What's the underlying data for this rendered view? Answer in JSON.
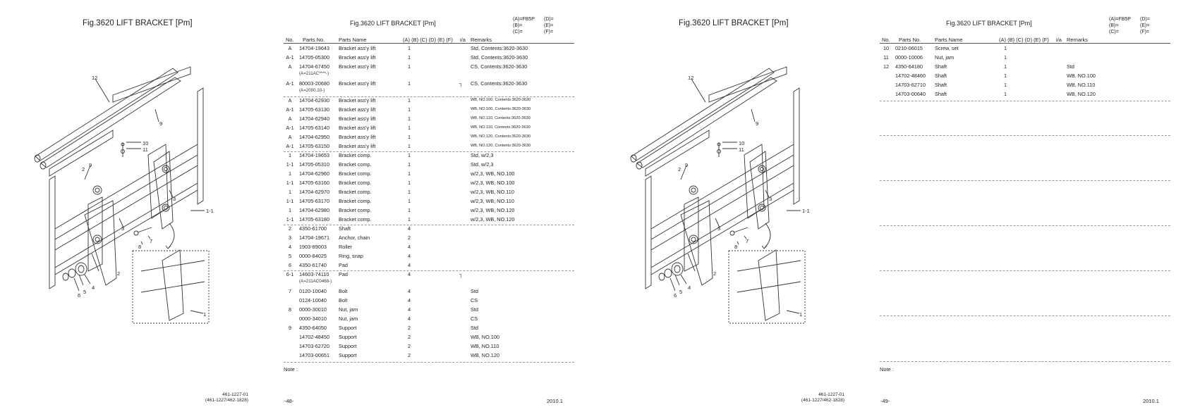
{
  "fig_title": "Fig.3620  LIFT BRACKET [Pm]",
  "table_title": "Fig.3620  LIFT BRACKET [Pm]",
  "options": {
    "A": "(A)=FB5P",
    "B": "(B)=",
    "C": "(C)=",
    "D": "(D)=",
    "E": "(E)=",
    "F": "(F)="
  },
  "columns": {
    "no": "No.",
    "parts_no": "Parts No.",
    "parts_name": "Parts Name",
    "abc": "(A) (B) (C) (D) (E) (F)",
    "ia": "i/a",
    "remarks": "Remarks"
  },
  "diagram_labels": [
    "12",
    "9",
    "10",
    "11",
    "9",
    "2",
    "3",
    "3",
    "1-1",
    "8",
    "7",
    "2",
    "6",
    "5",
    "4",
    "1"
  ],
  "left_page": {
    "rows": [
      {
        "no": "A",
        "parts_no": "14704-19643",
        "name": "Bracket ass'y lift",
        "qty": "1",
        "ia": "",
        "remarks": "Std, Contents:3620-3630"
      },
      {
        "no": "A-1",
        "parts_no": "14705-05300",
        "name": "Bracket ass'y lift",
        "qty": "1",
        "ia": "",
        "remarks": "Std, Contents:3620-3630"
      },
      {
        "no": "A",
        "parts_no": "14704-67450",
        "name": "Bracket ass'y lift",
        "qty": "1",
        "ia": "",
        "remarks": "CS, Contents:3620-3630",
        "sub": "(A=211AC****-)"
      },
      {
        "no": "A-1",
        "parts_no": "80003-20680",
        "name": "Bracket ass'y lift",
        "qty": "1",
        "ia": "┐",
        "remarks": "CS, Contents:3620-3630",
        "sub": "(A=2000.10-)"
      },
      {
        "no": "A",
        "parts_no": "14704-62930",
        "name": "Bracket ass'y lift",
        "qty": "1",
        "ia": "",
        "remarks": "WB, NO.100, Contents:3620-3630",
        "small": true
      },
      {
        "no": "A-1",
        "parts_no": "14705-63130",
        "name": "Bracket ass'y lift",
        "qty": "1",
        "ia": "",
        "remarks": "WB, NO.100, Contents:3620-3630",
        "small": true
      },
      {
        "no": "A",
        "parts_no": "14704-62940",
        "name": "Bracket ass'y lift",
        "qty": "1",
        "ia": "",
        "remarks": "WB, NO.110, Contents:3620-3630",
        "small": true
      },
      {
        "no": "A-1",
        "parts_no": "14705-63140",
        "name": "Bracket ass'y lift",
        "qty": "1",
        "ia": "",
        "remarks": "WB, NO.110, Contents:3620-3630",
        "small": true
      },
      {
        "no": "A",
        "parts_no": "14704-62950",
        "name": "Bracket ass'y lift",
        "qty": "1",
        "ia": "",
        "remarks": "WB, NO.120, Contents:3620-3630",
        "small": true
      },
      {
        "no": "A-1",
        "parts_no": "14705-63150",
        "name": "Bracket ass'y lift",
        "qty": "1",
        "ia": "",
        "remarks": "WB, NO.120, Contents:3620-3630",
        "small": true
      },
      {
        "no": "1",
        "parts_no": "14704-19653",
        "name": "Bracket comp.",
        "qty": "1",
        "ia": "",
        "remarks": "Std, w/2,3"
      },
      {
        "no": "1-1",
        "parts_no": "14705-05310",
        "name": "Bracket comp.",
        "qty": "1",
        "ia": "",
        "remarks": "Std, w/2,3"
      },
      {
        "no": "1",
        "parts_no": "14704-62960",
        "name": "Bracket comp.",
        "qty": "1",
        "ia": "",
        "remarks": "w/2,3, WB, NO.100"
      },
      {
        "no": "1-1",
        "parts_no": "14705-63160",
        "name": "Bracket comp.",
        "qty": "1",
        "ia": "",
        "remarks": "w/2,3, WB, NO.100"
      },
      {
        "no": "1",
        "parts_no": "14704-62970",
        "name": "Bracket comp.",
        "qty": "1",
        "ia": "",
        "remarks": "w/2,3, WB, NO.110"
      },
      {
        "no": "1-1",
        "parts_no": "14705-63170",
        "name": "Bracket comp.",
        "qty": "1",
        "ia": "",
        "remarks": "w/2,3, WB, NO.110"
      },
      {
        "no": "1",
        "parts_no": "14704-62980",
        "name": "Bracket comp.",
        "qty": "1",
        "ia": "",
        "remarks": "w/2,3, WB, NO.120"
      },
      {
        "no": "1-1",
        "parts_no": "14705-63180",
        "name": "Bracket comp.",
        "qty": "1",
        "ia": "",
        "remarks": "w/2,3, WB, NO.120"
      },
      {
        "no": "2",
        "parts_no": "4350-61700",
        "name": "Shaft",
        "qty": "4",
        "ia": "",
        "remarks": ""
      },
      {
        "no": "3",
        "parts_no": "14704-19671",
        "name": "Anchor, chain",
        "qty": "2",
        "ia": "",
        "remarks": ""
      },
      {
        "no": "4",
        "parts_no": "1903-89003",
        "name": "Roller",
        "qty": "4",
        "ia": "",
        "remarks": ""
      },
      {
        "no": "5",
        "parts_no": "0000-84025",
        "name": "Ring, snap",
        "qty": "4",
        "ia": "",
        "remarks": ""
      },
      {
        "no": "6",
        "parts_no": "4350-61740",
        "name": "Pad",
        "qty": "4",
        "ia": "",
        "remarks": ""
      },
      {
        "no": "6-1",
        "parts_no": "14603-74110",
        "name": "Pad",
        "qty": "4",
        "ia": "┐",
        "remarks": "",
        "sub": "(A=211AC0468-)"
      },
      {
        "no": "7",
        "parts_no": "0120-10040",
        "name": "Bolt",
        "qty": "4",
        "ia": "",
        "remarks": "Std"
      },
      {
        "no": "",
        "parts_no": "0124-10040",
        "name": "Bolt",
        "qty": "4",
        "ia": "",
        "remarks": "CS"
      },
      {
        "no": "8",
        "parts_no": "0000-30010",
        "name": "Nut, jam",
        "qty": "4",
        "ia": "",
        "remarks": "Std"
      },
      {
        "no": "",
        "parts_no": "0000-34010",
        "name": "Nut, jam",
        "qty": "4",
        "ia": "",
        "remarks": "CS"
      },
      {
        "no": "9",
        "parts_no": "4350-64050",
        "name": "Support",
        "qty": "2",
        "ia": "",
        "remarks": "Std"
      },
      {
        "no": "",
        "parts_no": "14702-48450",
        "name": "Support",
        "qty": "2",
        "ia": "",
        "remarks": "WB, NO.100"
      },
      {
        "no": "",
        "parts_no": "14703-62720",
        "name": "Support",
        "qty": "2",
        "ia": "",
        "remarks": "WB, NO.110"
      },
      {
        "no": "",
        "parts_no": "14703-00651",
        "name": "Support",
        "qty": "2",
        "ia": "",
        "remarks": "WB, NO.120"
      }
    ],
    "note": "Note :",
    "page_number": "-48-",
    "date": "2010.1",
    "code_line1": "461-1227-01",
    "code_line2": "(461-1227/462-1828)"
  },
  "right_page": {
    "rows": [
      {
        "no": "10",
        "parts_no": "0210-06015",
        "name": "Screw, set",
        "qty": "1",
        "ia": "",
        "remarks": ""
      },
      {
        "no": "11",
        "parts_no": "0000-10006",
        "name": "Nut, jam",
        "qty": "1",
        "ia": "",
        "remarks": ""
      },
      {
        "no": "12",
        "parts_no": "4350-64180",
        "name": "Shaft",
        "qty": "1",
        "ia": "",
        "remarks": "Std"
      },
      {
        "no": "",
        "parts_no": "14702-48460",
        "name": "Shaft",
        "qty": "1",
        "ia": "",
        "remarks": "WB, NO.100"
      },
      {
        "no": "",
        "parts_no": "14703-62710",
        "name": "Shaft",
        "qty": "1",
        "ia": "",
        "remarks": "WB, NO.110"
      },
      {
        "no": "",
        "parts_no": "14703-00640",
        "name": "Shaft",
        "qty": "1",
        "ia": "",
        "remarks": "WB, NO.120"
      }
    ],
    "note": "Note :",
    "page_number": "-49-",
    "date": "2010.1",
    "code_line1": "461-1227-01",
    "code_line2": "(461-1227/462-1828)"
  }
}
